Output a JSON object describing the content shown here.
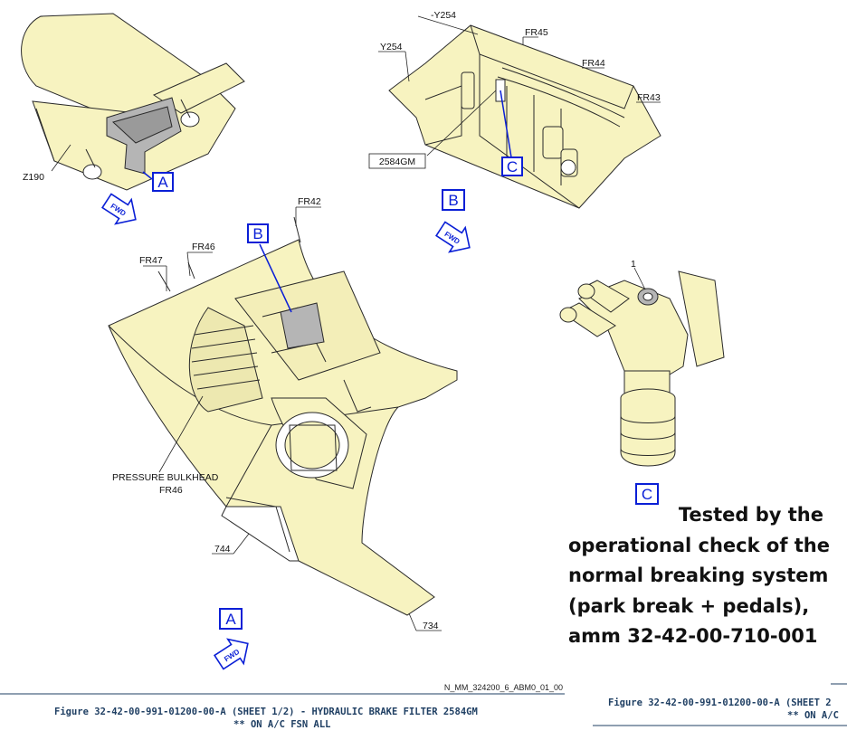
{
  "diagram": {
    "labels": {
      "y254_neg": "-Y254",
      "fr45": "FR45",
      "y254": "Y254",
      "fr44": "FR44",
      "fr43": "FR43",
      "part_code": "2584GM",
      "z190": "Z190",
      "fr42": "FR42",
      "fr47": "FR47",
      "fr46": "FR46",
      "bulkhead_line1": "PRESSURE BULKHEAD",
      "bulkhead_line2": "FR46",
      "item_744": "744",
      "item_734": "734",
      "item_1": "1"
    },
    "refs": {
      "a1": "A",
      "b1": "B",
      "c1": "C",
      "b2": "B",
      "c2": "C",
      "a2": "A"
    },
    "fwd": "FWD",
    "note_lines": [
      "Tested by the",
      "operational check of the",
      "normal breaking system",
      "(park break + pedals),",
      "amm 32-42-00-710-001"
    ],
    "figure_code": "N_MM_324200_6_ABM0_01_00"
  },
  "footer": {
    "caption_line1": "Figure 32-42-00-991-01200-00-A (SHEET 1/2) - HYDRAULIC BRAKE FILTER 2584GM",
    "caption_line2": "** ON A/C FSN ALL",
    "caption2_line1": "Figure 32-42-00-991-01200-00-A (SHEET 2",
    "caption2_line2": "** ON A/C"
  },
  "colors": {
    "fill": "#f7f3c0",
    "stroke": "#2a2a2a",
    "ref_blue": "#0a1fd6",
    "grey_part": "#b5b5b5"
  }
}
